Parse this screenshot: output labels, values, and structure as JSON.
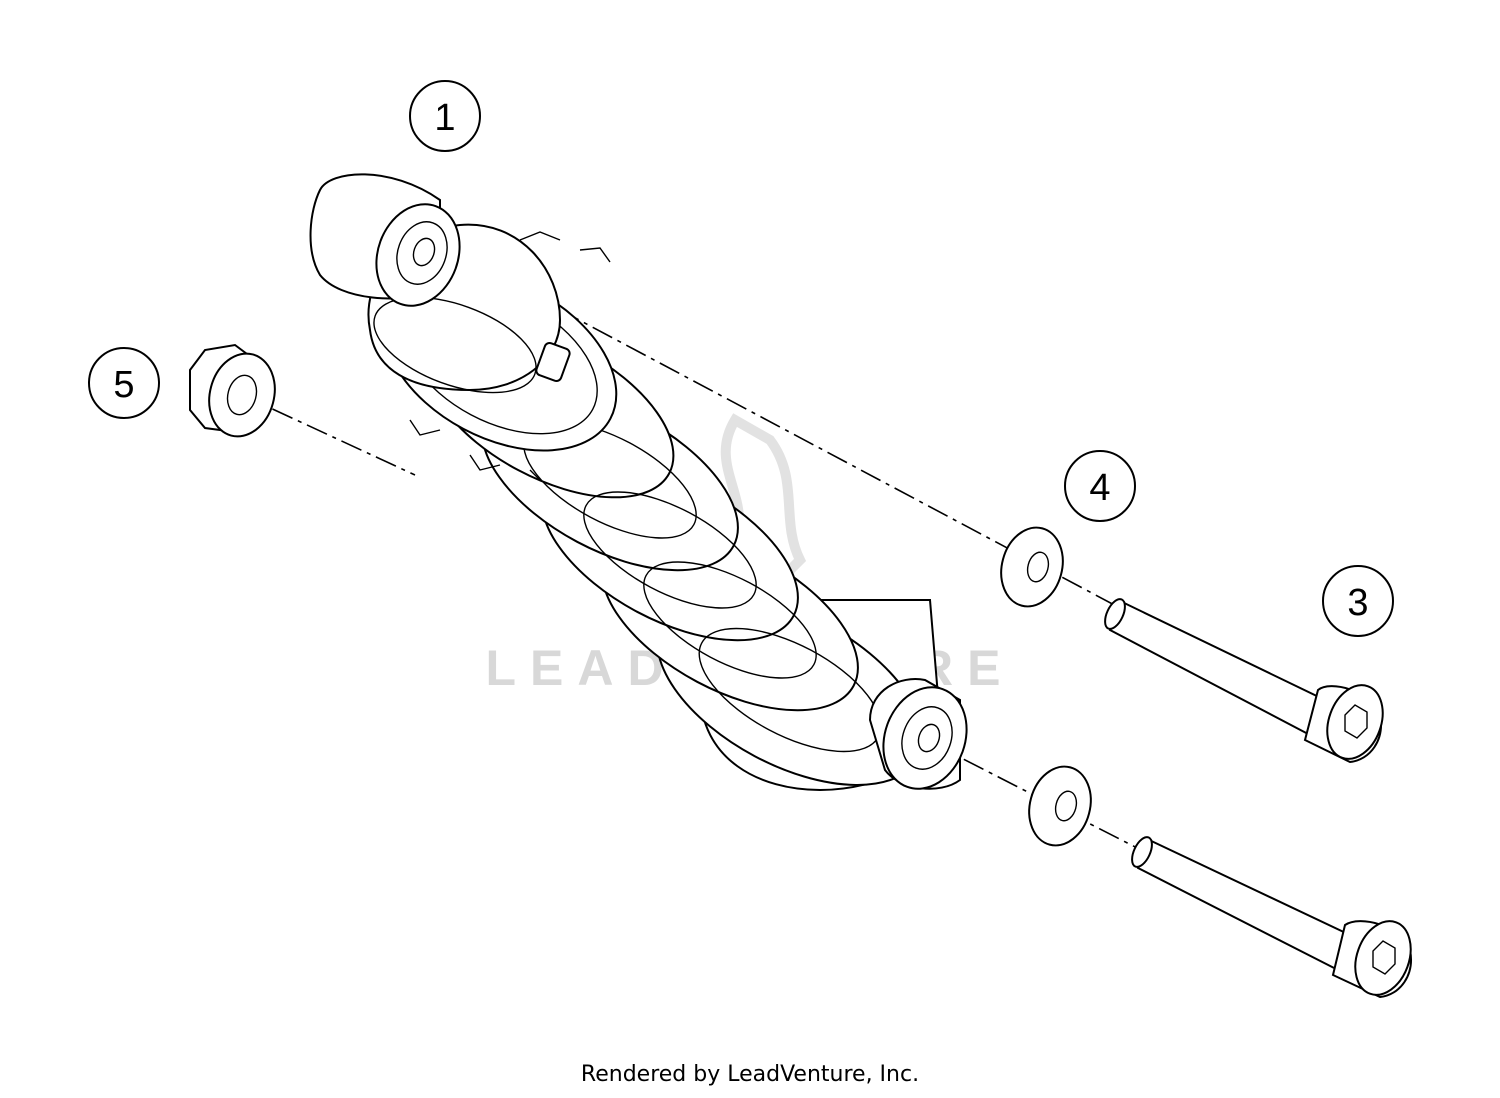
{
  "diagram": {
    "callouts": [
      {
        "number": "1"
      },
      {
        "number": "5"
      },
      {
        "number": "4"
      },
      {
        "number": "3"
      }
    ],
    "watermark": "LEADVENTURE"
  },
  "footer": {
    "text": "Rendered by LeadVenture, Inc."
  }
}
